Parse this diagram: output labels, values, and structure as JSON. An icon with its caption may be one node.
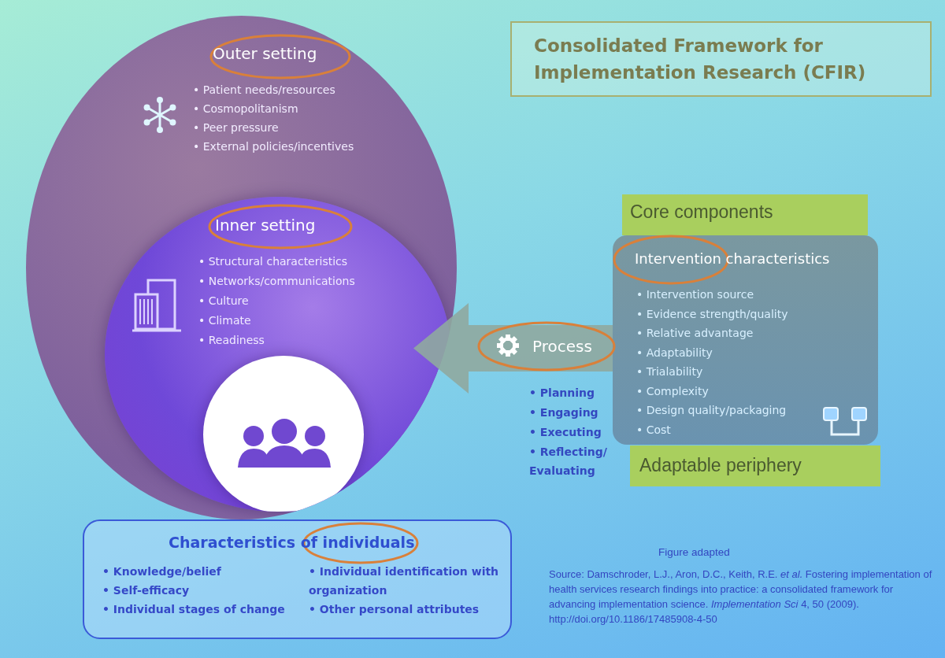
{
  "diagram": {
    "title": "Consolidated Framework for Implementation Research (CFIR)",
    "nodes": [
      {
        "text": [
          "Outer setting",
          "• Patient needs/resources",
          "• Cosmopolitanism",
          "• Peer pressure",
          "• External policies/incentives"
        ]
      },
      {
        "text": [
          "Inner setting",
          "• Structural characteristics",
          "• Networks/communications",
          "• Culture",
          "• Climate",
          "• Readiness"
        ],
        "in": 0
      },
      {
        "text": [],
        "shape": "circle",
        "in": 1
      },
      {
        "text": [
          "Characteristics of individuals",
          "• Knowledge/belief",
          "• Self-efficacy",
          "• Individual stages of change",
          "• Individual identification with organization",
          "• Other personal attributes"
        ]
      },
      {
        "text": [
          "Process"
        ],
        "beside": [
          "• Planning",
          "• Engaging",
          "• Executing",
          "• Reflecting/ Evaluating"
        ]
      },
      {
        "text": [
          "Core components"
        ]
      },
      {
        "text": [
          "Intervention characteristics",
          "• Intervention source",
          "• Evidence strength/quality",
          "• Relative advantage",
          "• Adaptability",
          "• Trialability",
          "• Complexity",
          "• Design quality/packaging",
          "• Cost"
        ]
      },
      {
        "text": [
          "Adaptable periphery"
        ]
      }
    ],
    "labels": [
      "Figure adapted",
      "Source: Damschroder, L.J., Aron, D.C., Keith, R.E. *et al.* Fostering implementation of health services research findings into practice: a consolidated framework for advancing implementation science. *Implementation Sci* 4, 50 (2009). http://doi.org/10.1186/17485908-4-50"
    ]
  }
}
